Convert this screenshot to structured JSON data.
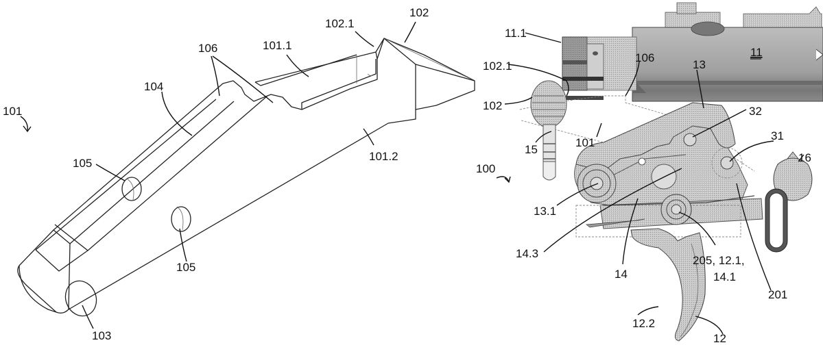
{
  "figure_left": {
    "labels": {
      "l101": "101",
      "l102": "102",
      "l102_1": "102.1",
      "l101_1": "101.1",
      "l106": "106",
      "l104": "104",
      "l101_2": "101.2",
      "l105a": "105",
      "l105b": "105",
      "l103": "103"
    }
  },
  "figure_right": {
    "labels": {
      "l11_1": "11.1",
      "l11": "11",
      "l106": "106",
      "l13": "13",
      "l102_1": "102.1",
      "l102": "102",
      "l32": "32",
      "l31": "31",
      "l101": "101",
      "l15": "15",
      "l16": "16",
      "l100": "100",
      "l13_1": "13.1",
      "l14_3": "14.3",
      "l14": "14",
      "l205": "205, 12.1,",
      "l14_1": "14.1",
      "l201": "201",
      "l12_2": "12.2",
      "l12": "12"
    }
  },
  "colors": {
    "line": "#222222",
    "part_dark": "#8c8c8c",
    "part_mid": "#b4b4b4",
    "part_light": "#d6d6d6"
  }
}
